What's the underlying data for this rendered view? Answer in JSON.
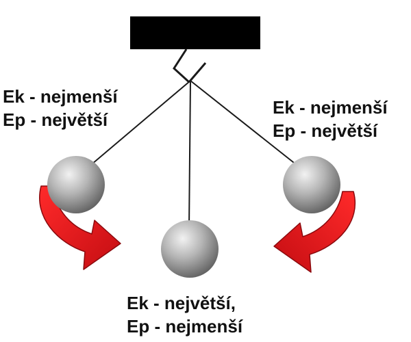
{
  "labels": {
    "left": {
      "line1": "Ek - nejmenší",
      "line2": "Ep - největší"
    },
    "right": {
      "line1": "Ek - nejmenší",
      "line2": "Ep - největší"
    },
    "bottom": {
      "line1": "Ek - největší,",
      "line2": "Ep - nejmenší"
    }
  },
  "colors": {
    "support": "#000000",
    "string": "#1a1a1a",
    "ball_light": "#f2f2f2",
    "ball_mid": "#a8a8a8",
    "ball_dark": "#5a5a5a",
    "arrow": "#e0141b",
    "arrow_dark": "#8a0a0e",
    "text": "#111111"
  },
  "icons": {
    "support": "ceiling-support-icon",
    "ball": "pendulum-ball-icon",
    "arrow": "curved-arrow-icon"
  }
}
